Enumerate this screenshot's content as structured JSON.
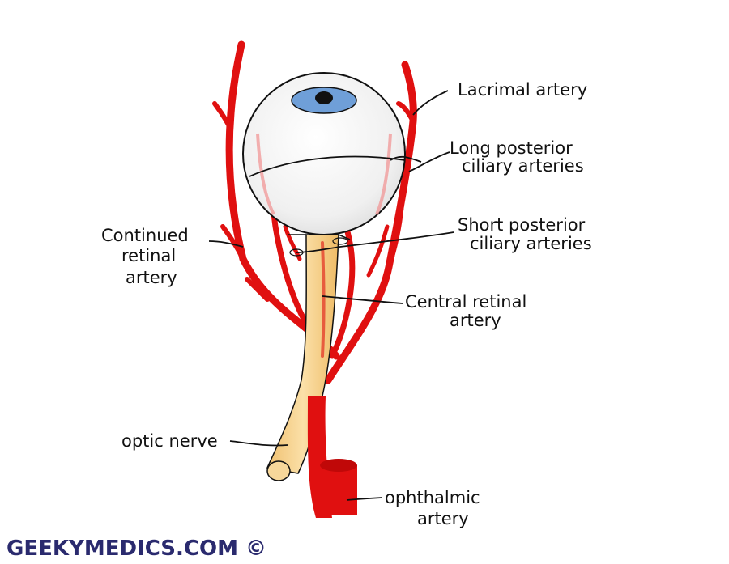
{
  "title": "Ophthalmic artery branches",
  "labels": {
    "lacrimal": "Lacrimal artery",
    "long_posterior_1": "Long posterior",
    "long_posterior_2": "ciliary arteries",
    "continued_1": "Continued",
    "continued_2": "retinal",
    "continued_3": "artery",
    "short_posterior_1": "Short posterior",
    "short_posterior_2": "ciliary arteries",
    "central_1": "Central retinal",
    "central_2": "artery",
    "optic_nerve": "optic nerve",
    "ophthalmic_1": "ophthalmic",
    "ophthalmic_2": "artery"
  },
  "watermark": "GEEKYMEDICS.COM ©",
  "colors": {
    "artery": "#e01010",
    "nerve": "#f5d08a",
    "iris": "#6f9fd8"
  }
}
